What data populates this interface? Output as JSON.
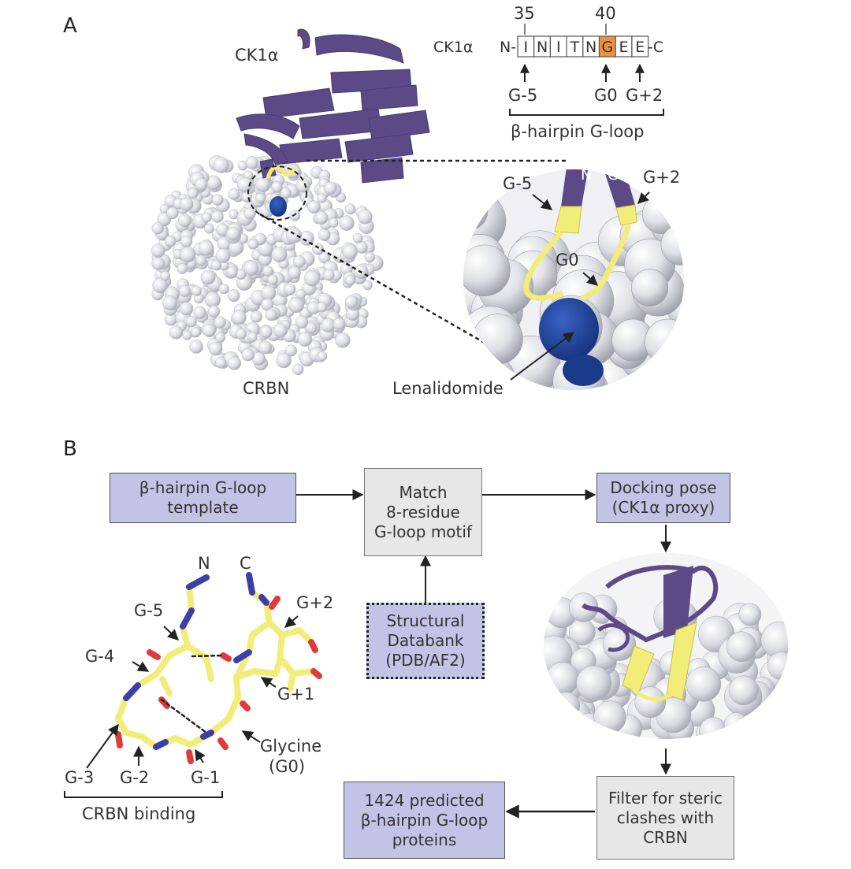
{
  "panel_a": {
    "letter": "A",
    "ck1a_label": "CK1α",
    "crbn_label": "CRBN",
    "lenalidomide_label": "Lenalidomide",
    "sequence": {
      "protein": "CK1α",
      "n_term": "N-",
      "c_term": "-C",
      "residues": [
        "I",
        "N",
        "I",
        "T",
        "N",
        "G",
        "E",
        "E"
      ],
      "highlight_index": 5,
      "highlight_color": "#f0903c",
      "pos_35": "35",
      "pos_40": "40",
      "marker_g_minus5": "G-5",
      "marker_g0": "G0",
      "marker_g_plus2": "G+2",
      "bracket_label": "β-hairpin G-loop"
    },
    "zoom": {
      "n_label": "N",
      "c_label": "C",
      "g_minus5": "G-5",
      "g_plus2": "G+2",
      "g0": "G0"
    }
  },
  "panel_b": {
    "letter": "B",
    "template_box": [
      "β-hairpin G-loop",
      "template"
    ],
    "match_box": [
      "Match",
      "8-residue",
      "G-loop motif"
    ],
    "docking_box": [
      "Docking pose",
      "(CK1α proxy)"
    ],
    "databank_box": [
      "Structural",
      "Databank",
      "(PDB/AF2)"
    ],
    "filter_box": [
      "Filter for steric",
      "clashes with",
      "CRBN"
    ],
    "result_box": [
      "1424 predicted",
      "β-hairpin G-loop",
      "proteins"
    ],
    "stick": {
      "n": "N",
      "c": "C",
      "g_minus5": "G-5",
      "g_minus4": "G-4",
      "g_minus3": "G-3",
      "g_minus2": "G-2",
      "g_minus1": "G-1",
      "glycine": "Glycine",
      "g0_paren": "(G0)",
      "g_plus1": "G+1",
      "g_plus2": "G+2",
      "crbn_binding": "CRBN binding"
    }
  },
  "colors": {
    "purple": "#5b4a86",
    "yellow": "#f2ec78",
    "blue": "#1f44a0",
    "gray_sphere": "#d9dae0",
    "box_purple": "#c3c3e6",
    "box_gray": "#e6e7e6",
    "oxygen": "#e03a3a",
    "nitrogen": "#3c3fa8"
  }
}
